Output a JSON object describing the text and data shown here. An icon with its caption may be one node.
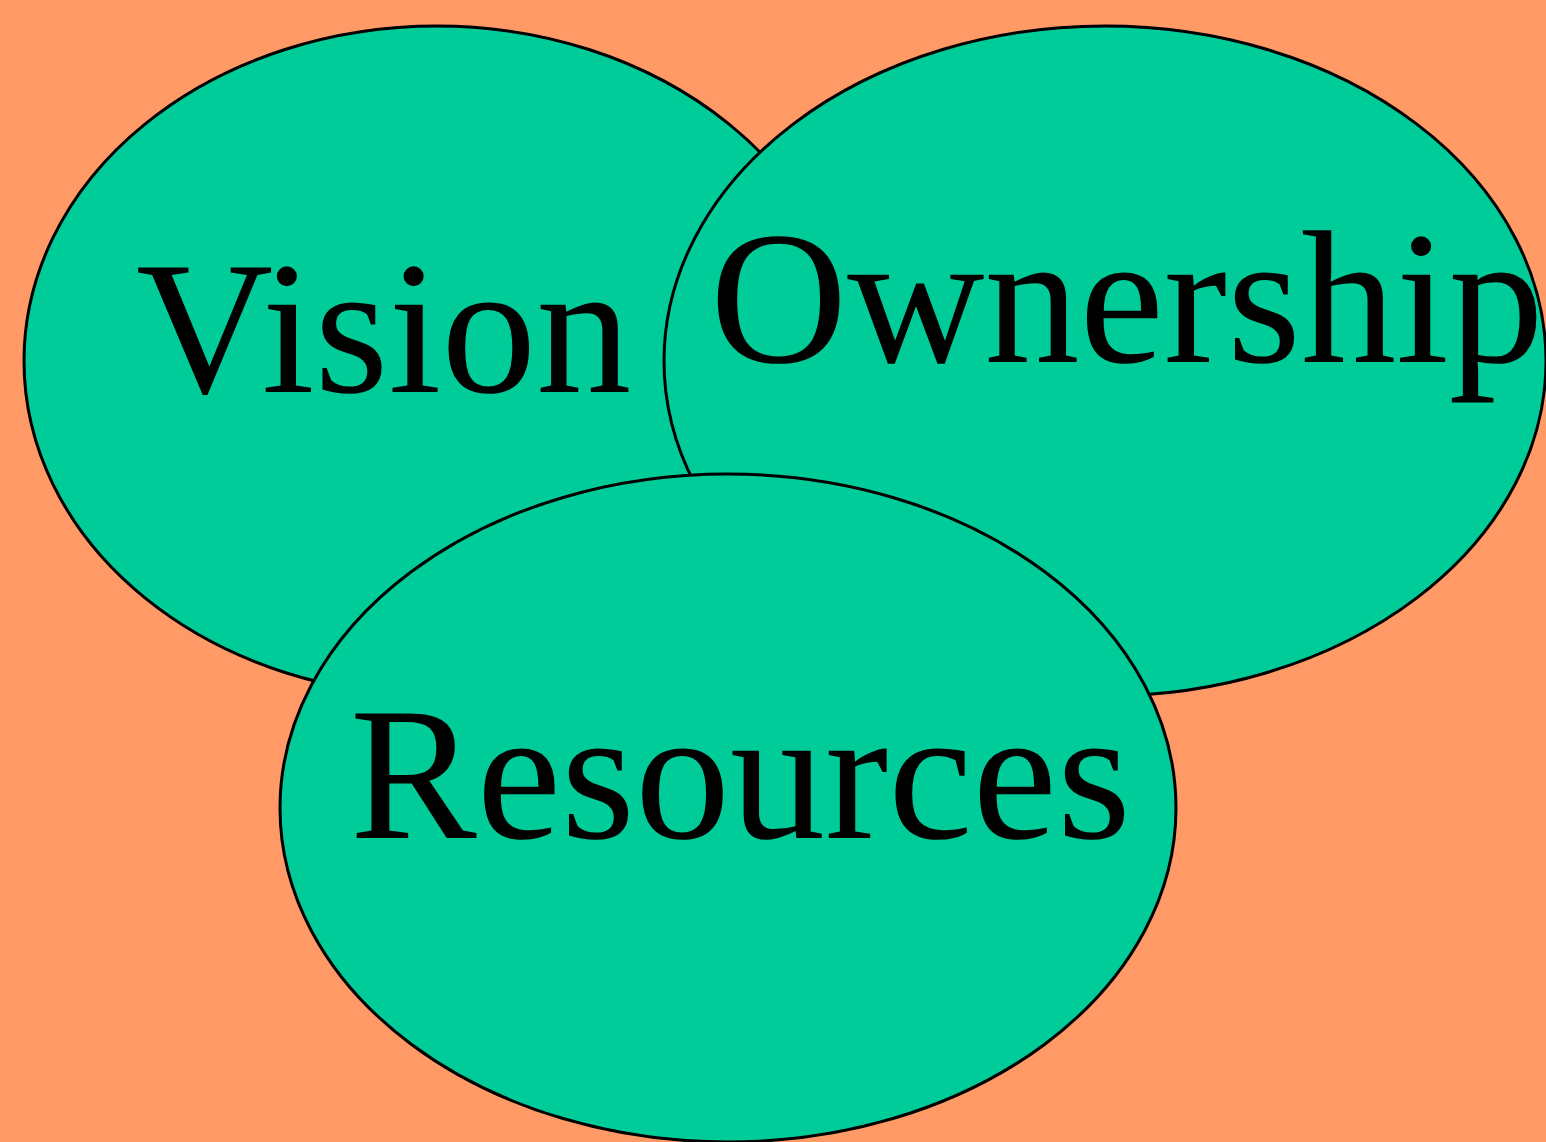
{
  "diagram": {
    "nodes": [
      {
        "text": [
          "Vision"
        ]
      },
      {
        "text": [
          "Ownership"
        ]
      },
      {
        "text": [
          "Resources"
        ]
      }
    ]
  }
}
